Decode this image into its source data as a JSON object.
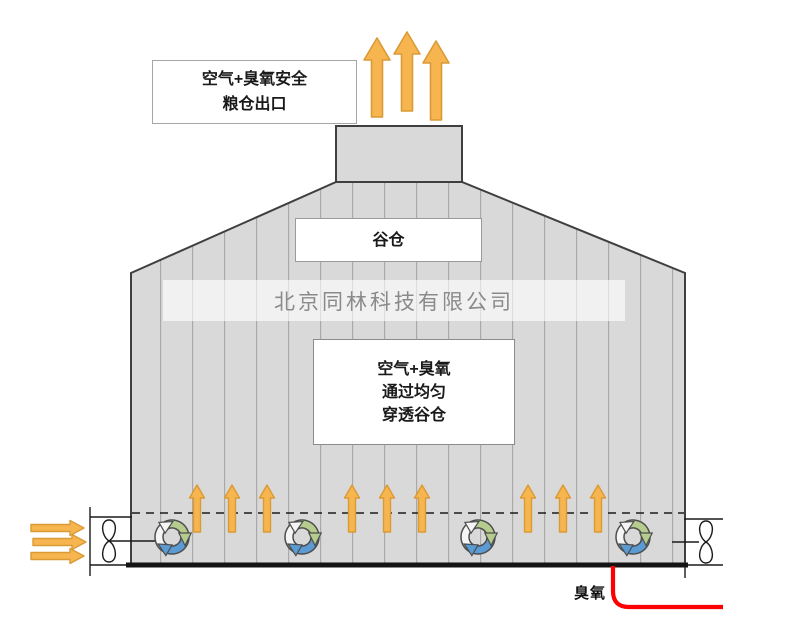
{
  "diagram": {
    "exit_box": {
      "line1": "空气+臭氧安全",
      "line2": "粮仓出口"
    },
    "barn_label": "谷仓",
    "watermark": "北京同林科技有限公司",
    "flow_box": {
      "line1": "空气+臭氧",
      "line2": "通过均匀",
      "line3": "穿透谷仓"
    },
    "ozone_label": "臭氧",
    "icons": {
      "fan": "fan-icon",
      "circulation": "air-circulation-icon",
      "up_arrow": "up-arrow-icon",
      "right_arrow": "right-arrow-icon"
    },
    "colors": {
      "arrow_orange": "#F6B54E",
      "arrow_outline": "#DA9A36",
      "building_fill": "#D9D9D9",
      "building_stripe": "#A9A9A9",
      "outline_dark": "#3F3F3F",
      "ozone_pipe_red": "#FF0000",
      "cycle_white": "#F5F5F5",
      "cycle_green": "#B6CC8F",
      "cycle_blue": "#5B9BD5",
      "watermark_gray": "#8A8A8A"
    }
  }
}
